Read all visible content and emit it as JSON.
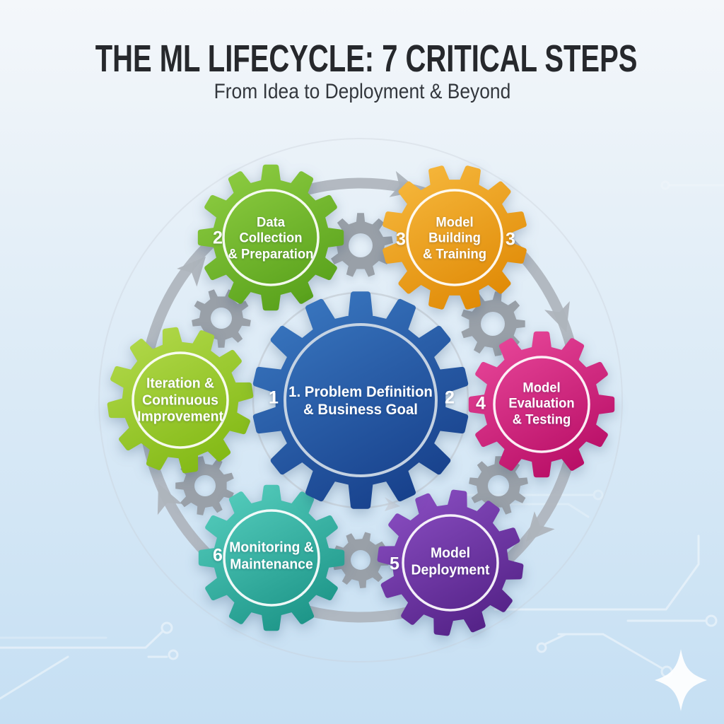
{
  "header": {
    "title": "THE ML LIFECYCLE: 7 CRITICAL STEPS",
    "subtitle": "From Idea to Deployment & Beyond"
  },
  "steps": {
    "center": {
      "number_left": "1",
      "number_right": "2",
      "label": "1. Problem Definition\n& Business Goal",
      "color_top": "#3a78c1",
      "color_bottom": "#17408b"
    },
    "items": [
      {
        "name": "data-collection",
        "number": "2",
        "label": "Data\nCollection\n& Preparation",
        "color_top": "#8ecd42",
        "color_bottom": "#58a11b"
      },
      {
        "name": "model-building",
        "number": "3",
        "number_right": "3",
        "label": "Model\nBuilding\n& Training",
        "color_top": "#f6b83d",
        "color_bottom": "#e08a06"
      },
      {
        "name": "model-evaluation",
        "number": "4",
        "label": "Model\nEvaluation\n& Testing",
        "color_top": "#e8479a",
        "color_bottom": "#b80e66"
      },
      {
        "name": "model-deployment",
        "number": "5",
        "label": "Model\nDeployment",
        "color_top": "#8a4ec2",
        "color_bottom": "#542287"
      },
      {
        "name": "monitoring",
        "number": "6",
        "label": "Monitoring &\nMaintenance",
        "color_top": "#55cdbd",
        "color_bottom": "#1d9588"
      },
      {
        "name": "iteration",
        "number": "",
        "label": "Iteration &\nContinuous\nImprovement",
        "color_top": "#b2d94b",
        "color_bottom": "#82b915"
      }
    ]
  },
  "decor": {
    "background_top": "#f4f7fa",
    "background_bottom": "#c5dff3",
    "ring_color": "#aeb4bc",
    "gear_gray": "#99a0a8",
    "center_ring": "#cdd9e6",
    "sparkle_color": "#ffffff"
  }
}
